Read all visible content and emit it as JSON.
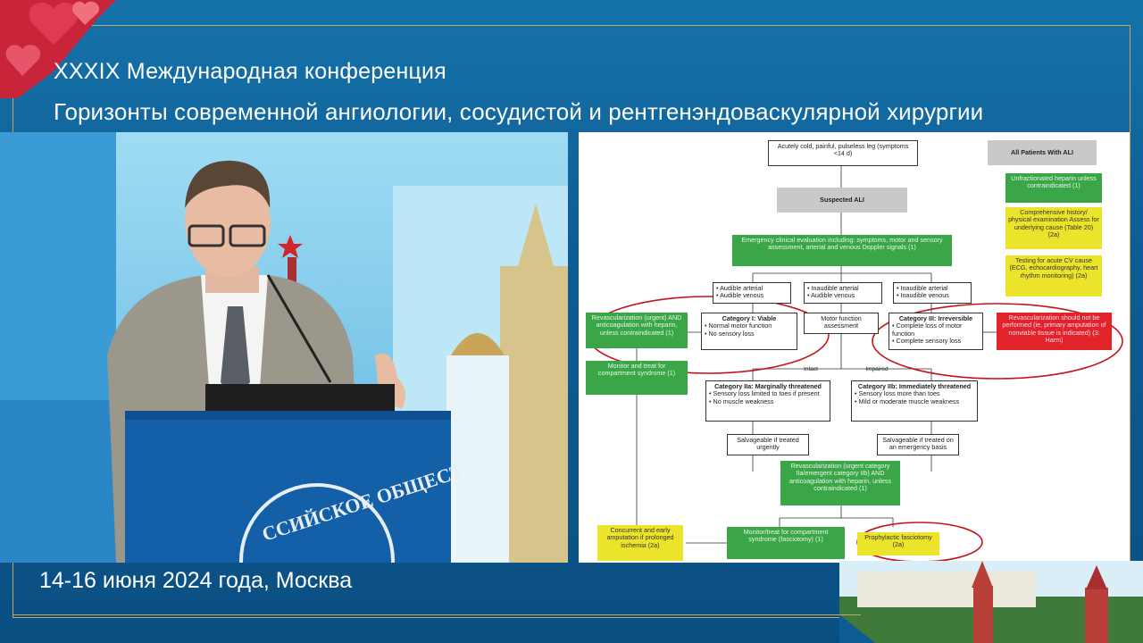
{
  "header": {
    "title_line1": "XXXIX Международная конференция",
    "title_line2": "Горизонты современной ангиологии, сосудистой и рентгенэндоваскулярной хирургии"
  },
  "footer": {
    "date_location": "14-16 июня 2024 года, Москва"
  },
  "video": {
    "podium_emblem_text": "ССИЙСКОЕ ОБЩЕСТ"
  },
  "colors": {
    "frame": "#0e5c93",
    "gold": "#c9a55a",
    "green": "#3aa648",
    "yellow": "#ece42a",
    "red": "#e2232a",
    "gray": "#c9c9c9"
  },
  "slide": {
    "all_patients": "All Patients With ALI",
    "unfractionated": "Unfractionated heparin unless contraindicated (1)",
    "history": "Comprehensive history/ physical examination Assess for underlying cause (Table 20) (2a)",
    "testing_cv": "Testing for acute CV cause (ECG, echocardiography, heart rhythm monitoring) (2a)",
    "acutely_cold": "Acutely cold, painful, pulseless leg (symptoms <14 d)",
    "suspected": "Suspected ALI",
    "emergency_eval": "Emergency clinical evaluation including: symptoms, motor and sensory assessment, arterial and venous Doppler signals (1)",
    "audible_a": "• Audible arterial",
    "audible_v": "• Audible venous",
    "inaud_a1": "• Inaudible arterial",
    "aud_v2": "• Audible venous",
    "inaud_a3": "• Inaudible arterial",
    "inaud_v3": "• Inaudible venous",
    "revasc_urgent": "Revascularization (urgent) AND anticoagulation with heparin, unless contraindicated (1)",
    "cat1_title": "Category I: Viable",
    "cat1_l1": "• Normal motor function",
    "cat1_l2": "• No sensory loss",
    "motor_assess": "Motor function assessment",
    "cat3_title": "Category III: Irreversible",
    "cat3_l1": "• Complete loss of motor function",
    "cat3_l2": "• Complete sensory loss",
    "revasc_not": "Revascularization should not be performed (ie, primary amputation of nonviable tissue is indicated) (3: Harm)",
    "monitor1": "Monitor and treat for compartment syndrome (1)",
    "intact": "Intact",
    "impaired": "Impaired",
    "cat2a_title": "Category IIa: Marginally threatened",
    "cat2a_l1": "• Sensory loss limited to toes if present",
    "cat2a_l2": "• No muscle weakness",
    "cat2b_title": "Category IIb: Immediately threatened",
    "cat2b_l1": "• Sensory loss more than toes",
    "cat2b_l2": "• Mild or moderate muscle weakness",
    "salv_urgent": "Salvageable if treated urgently",
    "salv_emerg": "Salvageable if treated on an emergency basis",
    "revasc_cat": "Revascularization (urgent category IIa/emergent category IIb) AND anticoagulation with heparin, unless contraindicated (1)",
    "concurrent": "Concurrent and early amputation if prolonged ischemia (2a)",
    "monitor2": "Monitor/treat for compartment syndrome (fasciotomy) (1)",
    "prophylactic": "Prophylactic fasciotomy (2a)"
  }
}
